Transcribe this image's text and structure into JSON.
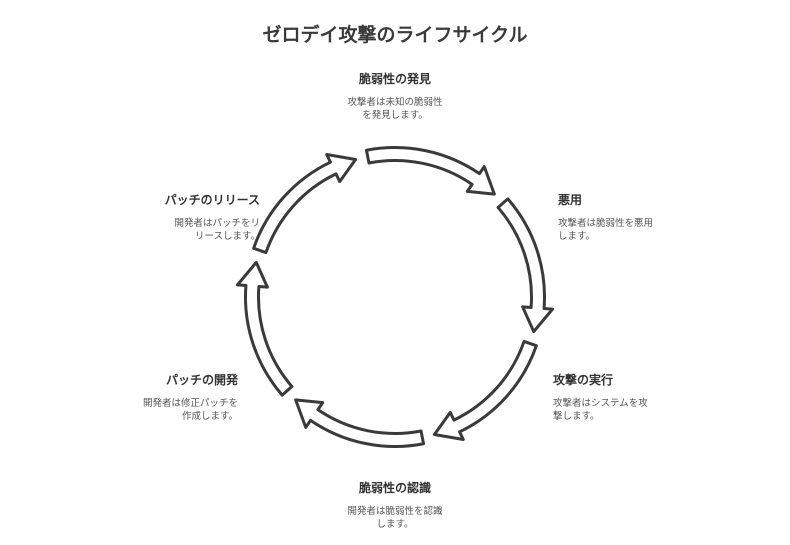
{
  "title": "ゼロデイ攻撃のライフサイクル",
  "stages": [
    {
      "name": "脆弱性の発見",
      "desc1": "攻撃者は未知の脆弱性",
      "desc2": "を発見します。"
    },
    {
      "name": "悪用",
      "desc1": "攻撃者は脆弱性を悪用",
      "desc2": "します。"
    },
    {
      "name": "攻撃の実行",
      "desc1": "攻撃者はシステムを攻",
      "desc2": "撃します。"
    },
    {
      "name": "脆弱性の認識",
      "desc1": "開発者は脆弱性を認識",
      "desc2": "します。"
    },
    {
      "name": "パッチの開発",
      "desc1": "開発者は修正パッチを",
      "desc2": "作成します。"
    },
    {
      "name": "パッチのリリース",
      "desc1": "開発者はパッチをリ",
      "desc2": "リースします。"
    }
  ]
}
